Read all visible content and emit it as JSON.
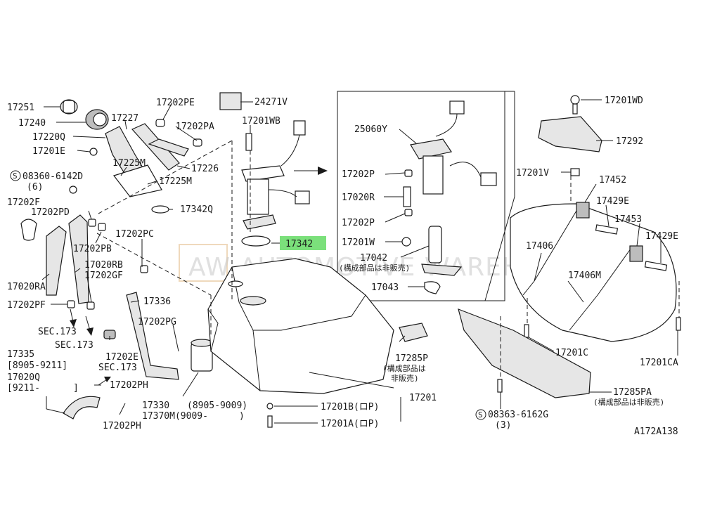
{
  "labels": {
    "l17251": "17251",
    "l17240": "17240",
    "l17220Q": "17220Q",
    "l17201E": "17201E",
    "l08360": "08360-6142D",
    "l08360q": "(6)",
    "l17202F": "17202F",
    "l17202PD": "17202PD",
    "l17227": "17227",
    "l17202PE": "17202PE",
    "l17202PA": "17202PA",
    "l17226": "17226",
    "l17225M_a": "17225M",
    "l17225M_b": "17225M",
    "l24271V": "24271V",
    "l17201WB": "17201WB",
    "l17342Q": "17342Q",
    "l17342": "17342",
    "l17202PC": "17202PC",
    "l17202PB": "17202PB",
    "l17020RB": "17020RB",
    "l17202GF": "17202GF",
    "l17020RA": "17020RA",
    "l17202PF": "17202PF",
    "l17336": "17336",
    "l17202PG": "17202PG",
    "lSEC173a": "SEC.173",
    "lSEC173b": "SEC.173",
    "lSEC173c": "SEC.173",
    "l17202E": "17202E",
    "l17335": "17335",
    "l17335d": "[8905-9211]",
    "l17020Q": "17020Q",
    "l17020Qd": "[9211-",
    "l17020Qe": "]",
    "l17202PH_a": "17202PH",
    "l17202PH_b": "17202PH",
    "l17330": "17330",
    "l17330d": "(8905-9009)",
    "l17370M": "17370M(9009-",
    "l17370Md": ")",
    "l25060Y": "25060Y",
    "l17202P_a": "17202P",
    "l17020R": "17020R",
    "l17202P_b": "17202P",
    "l17201W": "17201W",
    "l17042": "17042",
    "l17042n": "(構成部品は非販売)",
    "l17043": "17043",
    "l17285P": "17285P",
    "l17285Pn1": "(構成部品は",
    "l17285Pn2": "非販売)",
    "l17201": "17201",
    "l17201B": "17201B(ロP)",
    "l17201A": "17201A(ロP)",
    "l17201WD": "17201WD",
    "l17292": "17292",
    "l17201V": "17201V",
    "l17452": "17452",
    "l17429E_a": "17429E",
    "l17453": "17453",
    "l17429E_b": "17429E",
    "l17406": "17406",
    "l17406M": "17406M",
    "l17201C": "17201C",
    "l17201CA": "17201CA",
    "l17285PA": "17285PA",
    "l17285PAn": "(構成部品は非販売)",
    "l08363": "08363-6162G",
    "l08363q": "(3)",
    "lcode": "A172A138"
  },
  "watermark": "AW  AUTOMOTIVE WAREHOUSE",
  "colors": {
    "highlight": "#7be07b",
    "ink": "#1a1a1a",
    "paper": "#ffffff"
  }
}
